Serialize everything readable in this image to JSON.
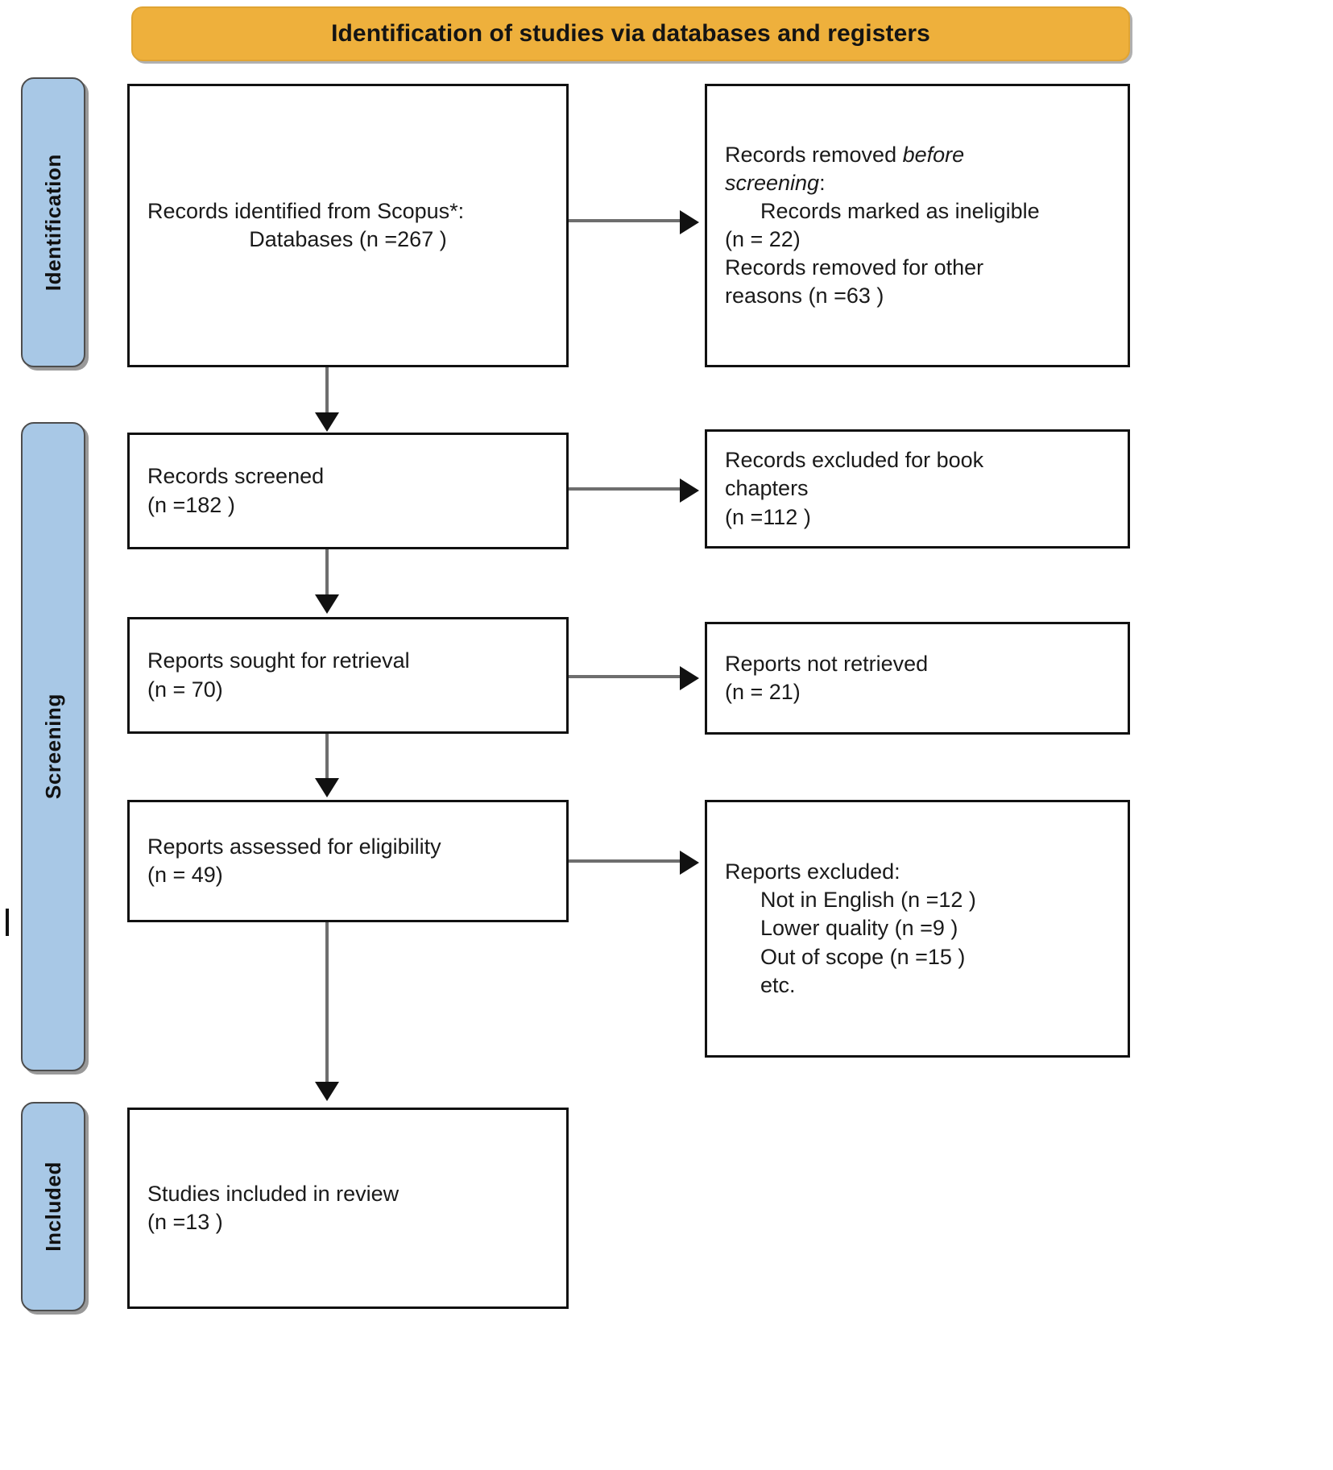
{
  "header": {
    "title": "Identification of studies via databases and registers"
  },
  "stages": [
    {
      "label": "Identification"
    },
    {
      "label": "Screening"
    },
    {
      "label": "Included"
    }
  ],
  "boxes": {
    "identified": {
      "line1": "Records identified from Scopus*:",
      "line2": "Databases (n =267 )"
    },
    "removed": {
      "line1": "Records removed ",
      "line1_italic": "before",
      "line2_italic": "screening",
      "line2_suffix": ":",
      "line3": "Records marked as ineligible",
      "line4": "(n = 22)",
      "line5": "Records removed for other",
      "line6": "reasons (n =63 )"
    },
    "screened": {
      "line1": "Records screened",
      "line2": "(n =182 )"
    },
    "excluded_book": {
      "line1": "Records excluded for book",
      "line2": "chapters",
      "line3": "(n =112 )"
    },
    "sought": {
      "line1": "Reports sought for retrieval",
      "line2": "(n = 70)"
    },
    "not_retrieved": {
      "line1": "Reports not retrieved",
      "line2": "(n = 21)"
    },
    "assessed": {
      "line1": "Reports assessed for eligibility",
      "line2": "(n = 49)"
    },
    "reports_excluded": {
      "line1": "Reports excluded:",
      "line2": "Not in English (n =12 )",
      "line3": "Lower quality (n =9 )",
      "line4": "Out of scope (n =15 )",
      "line5": "etc."
    },
    "included": {
      "line1": "Studies included in review",
      "line2": "(n =13 )"
    }
  },
  "colors": {
    "header_fill": "#eeb03c",
    "stage_fill": "#a8c8e6",
    "box_border": "#111111",
    "arrow_line": "#6e6e6e",
    "arrow_head": "#111111"
  }
}
